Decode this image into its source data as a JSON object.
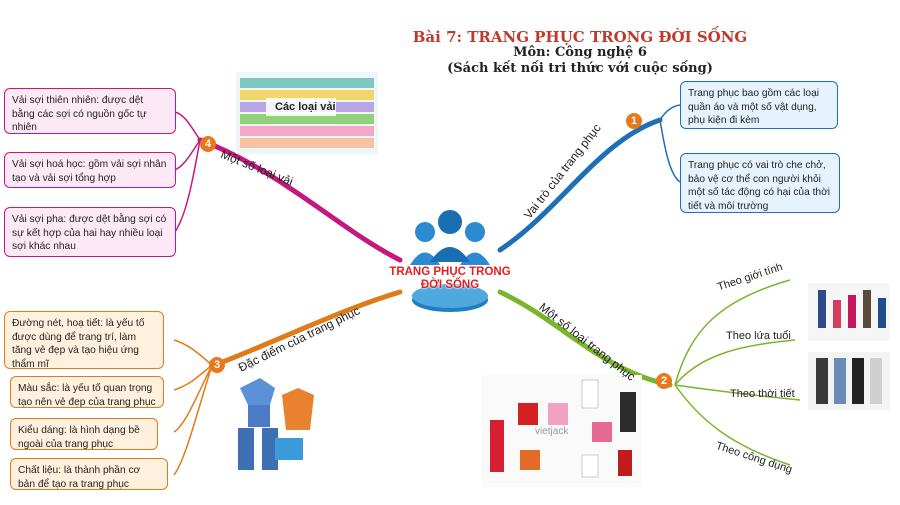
{
  "header": {
    "title": "Bài 7: TRANG PHỤC TRONG ĐỜI SỐNG",
    "subject": "Môn: Công nghệ 6",
    "book": "(Sách kết nối tri thức với cuộc sống)"
  },
  "center": {
    "label": "TRANG PHỤC TRONG ĐỜI SỐNG"
  },
  "branches": {
    "role": {
      "number": "1",
      "label": "Vai trò của trang phục",
      "color": "#1d6fb8",
      "items": [
        "Trang phục bao gồm các loại quần áo và một số vật dụng, phụ kiện đi kèm",
        "Trang phục có vai trò che chở, bảo vệ cơ thể con người khỏi một số tác động có hại của thời tiết và môi trường"
      ]
    },
    "types": {
      "number": "2",
      "label": "Một số loại trang phục",
      "color": "#7ab52b",
      "items": [
        "Theo giới tính",
        "Theo lứa tuổi",
        "Theo thời tiết",
        "Theo công dụng"
      ]
    },
    "features": {
      "number": "3",
      "label": "Đặc điểm của trang phục",
      "color": "#e07b1a",
      "items": [
        "Đường nét, hoạ tiết: là yếu tố được dùng để trang trí, làm tăng vẻ đẹp và tạo hiệu ứng thẩm mĩ",
        "Màu sắc: là yếu tố quan trọng tạo nên vẻ đẹp của trang phục",
        "Kiểu dáng: là hình dạng bề ngoài của trang phục",
        "Chất liệu: là thành phần cơ bản để tạo ra trang phục"
      ]
    },
    "fabrics": {
      "number": "4",
      "label": "Một số loại vải",
      "color": "#c2187f",
      "items": [
        "Vải sợi thiên nhiên: được dệt bằng các sợi có nguồn gốc tự nhiên",
        "Vải sợi hoá học: gồm vải sợi nhân tạo và vải sợi tổng hợp",
        "Vải sợi pha: được dệt bằng sợi có sự kết hợp của hai hay nhiều loại sợi khác nhau"
      ]
    }
  },
  "fabric_image_caption": "Các loại vải",
  "watermark": "vietjack"
}
